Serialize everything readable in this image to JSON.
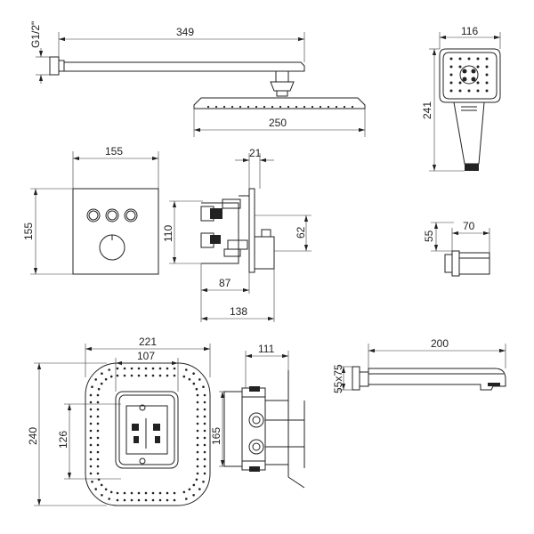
{
  "dimensions": {
    "arm_thread": "G1/2\"",
    "arm_length": "349",
    "head_width": "250",
    "hand_width": "116",
    "hand_length": "241",
    "panel_width": "155",
    "panel_height": "155",
    "valve_depth_top": "21",
    "valve_height": "110",
    "valve_offset": "62",
    "valve_depth_mid": "87",
    "valve_depth_total": "138",
    "holder_width": "70",
    "holder_height": "55",
    "box_width": "221",
    "box_inner_width": "107",
    "box_height": "240",
    "box_inner_height": "126",
    "body_depth": "111",
    "body_height": "165",
    "spout_length": "200",
    "spout_section": "55x75"
  }
}
